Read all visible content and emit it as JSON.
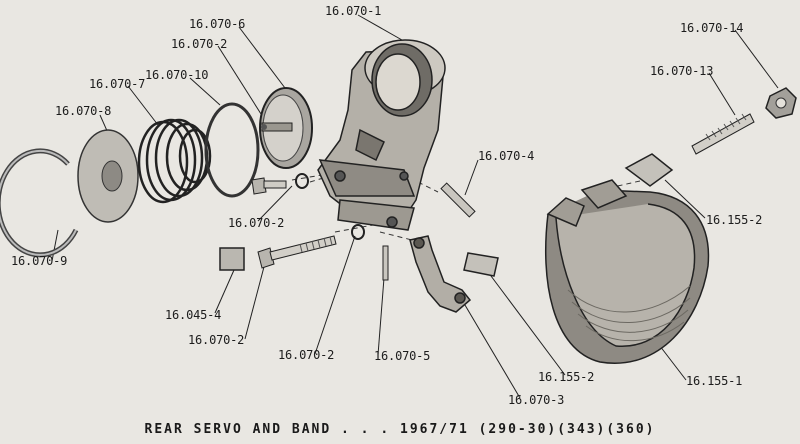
{
  "caption": "REAR SERVO AND BAND . . . 1967/71 (290-30)(343)(360)",
  "parts": {
    "servo_housing": "16.070-1",
    "piston": "16.070-6",
    "piston_seal_upper": "16.070-2",
    "return_spring": "16.070-7",
    "outer_seal_ring": "16.070-10",
    "spring_seat": "16.070-8",
    "snap_ring": "16.070-9",
    "screw_bolt": "16.070-2",
    "lockwasher_upper": "16.070-2",
    "pivot_pin_right": "16.070-4",
    "adjusting_screw": "16.070-13",
    "locknut": "16.070-14",
    "band_strut_upper": "16.155-2",
    "shim": "16.045-4",
    "long_bolt": "16.070-2",
    "lockwasher_lower": "16.070-2",
    "pivot_pin_lower": "16.070-5",
    "actuating_lever": "16.070-3",
    "band_strut_lower": "16.155-2",
    "rear_band": "16.155-1"
  }
}
